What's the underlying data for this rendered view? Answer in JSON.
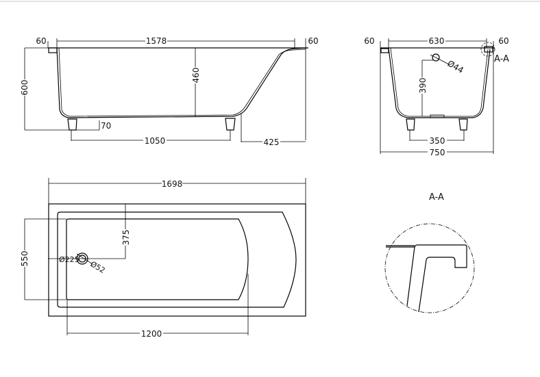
{
  "side_view": {
    "overall_length": "1578",
    "rim_left": "60",
    "rim_right": "60",
    "height": "600",
    "depth": "460",
    "foot_height": "70",
    "foot_spacing": "1050",
    "slope_length": "425"
  },
  "end_view": {
    "inner_width": "630",
    "rim_left": "60",
    "rim_right": "60",
    "overflow_diameter": "Ø44",
    "overflow_height": "390",
    "foot_spacing": "350",
    "overall_width": "750",
    "section_marker": "A-A"
  },
  "plan_view": {
    "overall_length": "1698",
    "overall_width": "550",
    "drain_offset": "375",
    "drain_position": "Ø225",
    "drain_diameter": "Ø52",
    "bottom_length": "1200"
  },
  "detail_view": {
    "title": "A-A"
  }
}
